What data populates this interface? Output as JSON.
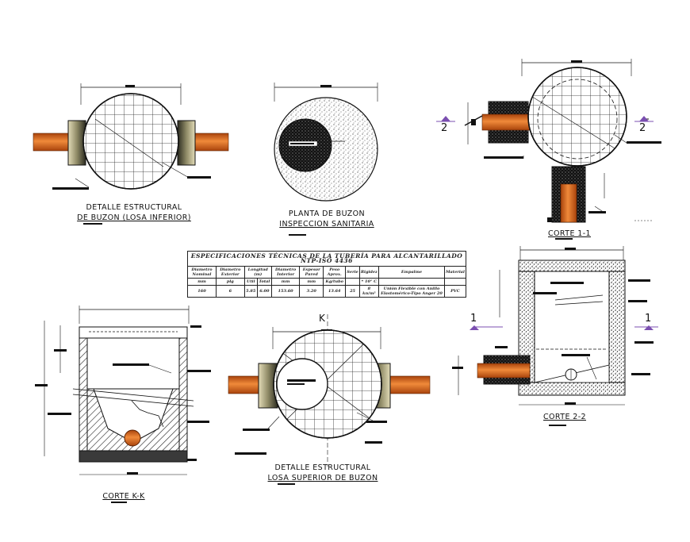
{
  "captions": {
    "losa_inferior": [
      "DETALLE ESTRUCTURAL",
      "DE BUZON (LOSA INFERIOR)"
    ],
    "planta": [
      "PLANTA DE BUZON",
      "INSPECCION SANITARIA"
    ],
    "corte_1_1": "CORTE 1-1",
    "corte_k_k": "CORTE K-K",
    "losa_superior": [
      "DETALLE ESTRUCTURAL",
      "LOSA SUPERIOR DE BUZON"
    ],
    "corte_2_2": "CORTE 2-2"
  },
  "section_marks": {
    "two_left": "2",
    "two_right": "2",
    "one_left": "1",
    "one_right": "1",
    "k": "K"
  },
  "spec_table": {
    "title": "ESPECIFICACIONES TÉCNICAS DE LA TUBERÍA PARA ALCANTARILLADO NTP-ISO 4436",
    "headers": {
      "diametro_nominal": "Diametro Nominal",
      "diametro_exterior": "Diametro Exterior",
      "longitud": "Longitud (m)",
      "diametro_interior": "Diametro Interior",
      "espesor_pared": "Espesor Pared",
      "peso_aprox": "Peso Aprox.",
      "serie": "Serie",
      "rigidez": "Rigidez",
      "empalme": "Empalme",
      "material": "Material"
    },
    "subheaders": {
      "mm1": "mm",
      "pulg": "plg",
      "util": "Util",
      "total": "Total",
      "mm2": "mm",
      "mm3": "mm",
      "kgtubo": "Kg/tubo",
      "kn": "* 10° C"
    },
    "row": [
      "160",
      "6",
      "5.85",
      "6.00",
      "153.60",
      "3.20",
      "13.64",
      "25",
      "8 kn/m²",
      "Unión Flexible con Anillo Elastomérico-Tipo Anger 20",
      "PVC"
    ]
  },
  "colors": {
    "pipe": "#e06a1c",
    "pipe_dark": "#a8430c",
    "collar_light": "#d8d0a8",
    "collar_dark": "#2a2a1e",
    "concrete": "#f2f2f2",
    "ink": "#111111",
    "section_marker": "#7b4fb0"
  }
}
